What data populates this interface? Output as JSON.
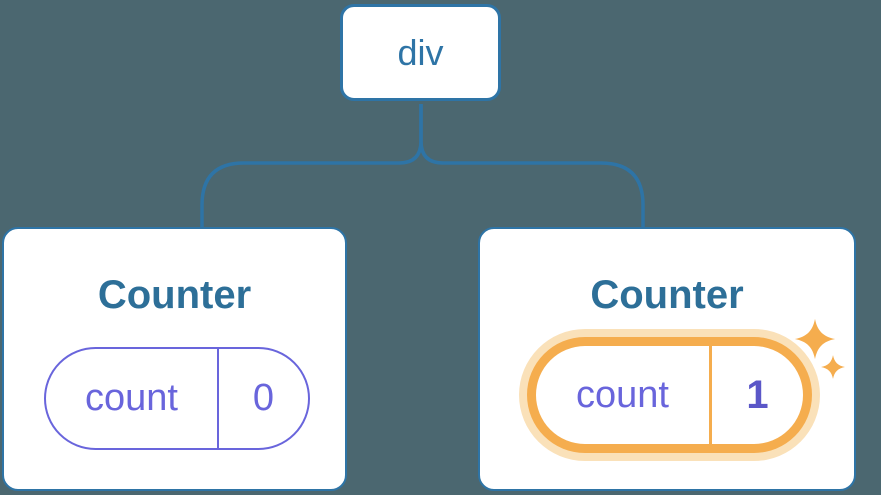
{
  "diagram": {
    "root": {
      "label": "div"
    },
    "children": [
      {
        "title": "Counter",
        "state": {
          "name": "count",
          "value": "0"
        },
        "highlighted": false
      },
      {
        "title": "Counter",
        "state": {
          "name": "count",
          "value": "1"
        },
        "highlighted": true
      }
    ]
  },
  "icons": {
    "sparkle": "✦"
  },
  "colors": {
    "background": "#4B6770",
    "connector_blue": "#2E74A6",
    "title_blue": "#2D6F98",
    "state_purple": "#6965DC",
    "value_bold_purple": "#5B57C8",
    "highlight_orange": "#F5AD4E",
    "highlight_glow": "#FAE1B9",
    "card_white": "#FFFFFF"
  }
}
